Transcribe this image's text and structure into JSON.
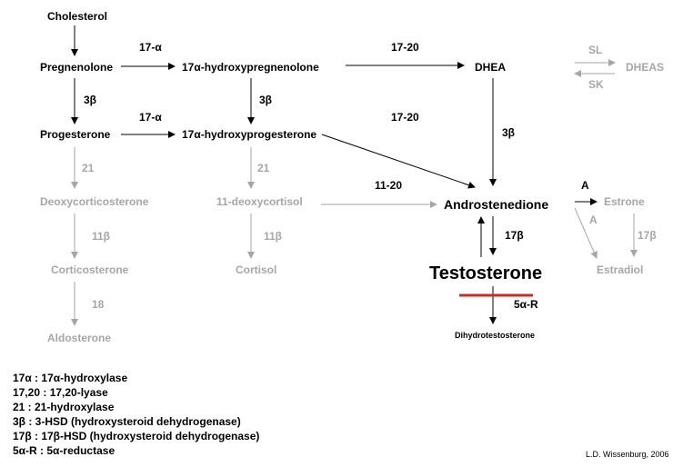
{
  "colors": {
    "active": "#000000",
    "inactive": "#a6a6a6",
    "highlight": "#d0282a"
  },
  "nodes": {
    "cholesterol": "Cholesterol",
    "pregnenolone": "Pregnenolone",
    "hydroxypregnenolone": "17α-hydroxypregnenolone",
    "dhea": "DHEA",
    "dheas": "DHEAS",
    "progesterone": "Progesterone",
    "hydroxyprogesterone": "17α-hydroxyprogesterone",
    "deoxycorticosterone": "Deoxycorticosterone",
    "deoxycortisol": "11-deoxycortisol",
    "androstenedione": "Androstenedione",
    "estrone": "Estrone",
    "corticosterone": "Corticosterone",
    "cortisol": "Cortisol",
    "testosterone": "Testosterone",
    "estradiol": "Estradiol",
    "aldosterone": "Aldosterone",
    "dihydrotestosterone": "Dihydrotestosterone"
  },
  "enzymes": {
    "preg_to_hpreg": "17-α",
    "prog_to_hprog": "17-α",
    "hpreg_to_dhea": "17-20",
    "hprog_to_andro": "17-20",
    "deoxycortisol_to_andro": "11-20",
    "preg_to_prog": "3β",
    "hpreg_to_hprog": "3β",
    "dhea_to_andro": "3β",
    "sl": "SL",
    "sk": "SK",
    "prog_to_doc": "21",
    "hprog_to_deoxycortisol": "21",
    "doc_to_cortico": "11β",
    "deoxycortisol_to_cortisol": "11β",
    "cortico_to_aldo": "18",
    "andro_to_testo": "17β",
    "estrone_to_estradiol": "17β",
    "andro_to_estrone": "A",
    "testo_to_estradiol": "A",
    "testo_to_dht": "5α-R"
  },
  "legend": [
    "17α : 17α-hydroxylase",
    "17,20 : 17,20-lyase",
    "21 : 21-hydroxylase",
    "3β : 3-HSD (hydroxysteroid dehydrogenase)",
    "17β : 17β-HSD (hydroxysteroid dehydrogenase)",
    "5α-R : 5α-reductase"
  ],
  "credit": "L.D. Wissenburg, 2006"
}
